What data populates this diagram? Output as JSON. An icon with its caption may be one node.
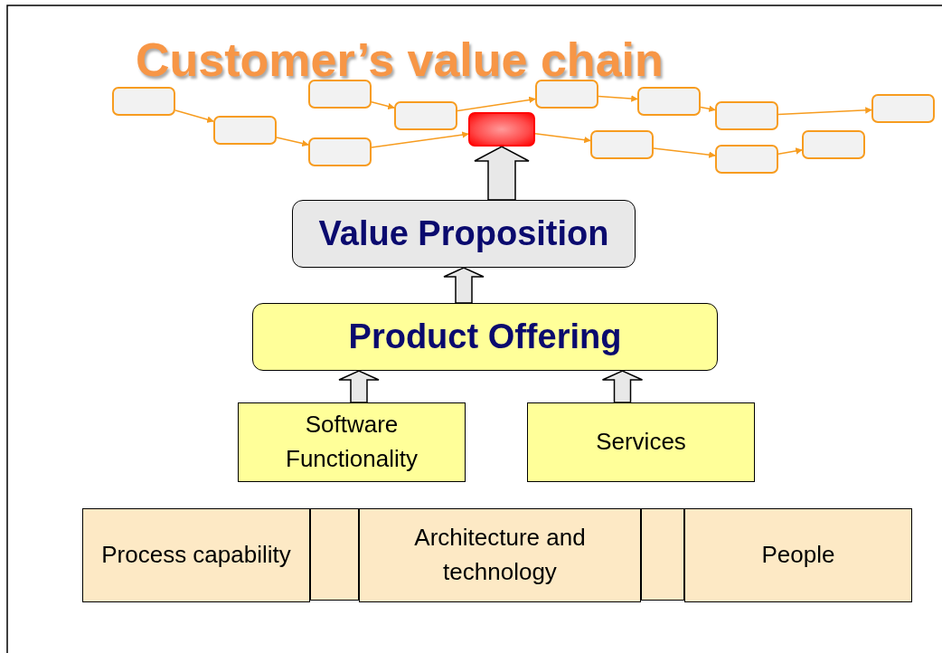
{
  "diagram": {
    "title": "Customer’s value chain",
    "nodes": [
      {
        "text": [],
        "shape": "box"
      },
      {
        "text": [],
        "shape": "box"
      },
      {
        "text": [],
        "shape": "box"
      },
      {
        "text": [],
        "shape": "box"
      },
      {
        "text": [],
        "shape": "box"
      },
      {
        "text": [],
        "shape": "box"
      },
      {
        "text": [],
        "shape": "box"
      },
      {
        "text": [],
        "shape": "box"
      },
      {
        "text": [],
        "shape": "box"
      },
      {
        "text": [],
        "shape": "box"
      },
      {
        "text": [],
        "shape": "box"
      },
      {
        "text": [],
        "shape": "box"
      },
      {
        "text": [],
        "shape": "box"
      },
      {
        "text": [
          "Value Proposition"
        ]
      },
      {
        "text": [
          "Product Offering"
        ]
      },
      {
        "text": [
          "Software Functionality"
        ]
      },
      {
        "text": [
          "Services"
        ]
      },
      {
        "text": [
          "Process capability"
        ]
      },
      {
        "text": [],
        "shape": "box"
      },
      {
        "text": [
          "Architecture and technology"
        ]
      },
      {
        "text": [],
        "shape": "box"
      },
      {
        "text": [
          "People"
        ]
      }
    ],
    "edges": [
      {
        "from": 0,
        "to": 1,
        "arrow": "to"
      },
      {
        "from": 1,
        "to": 3,
        "arrow": "to"
      },
      {
        "from": 3,
        "to": 5,
        "arrow": "to"
      },
      {
        "from": 2,
        "to": 4,
        "arrow": "to"
      },
      {
        "from": 4,
        "to": 6,
        "arrow": "to"
      },
      {
        "from": 6,
        "to": 8,
        "arrow": "to"
      },
      {
        "from": 8,
        "to": 9,
        "arrow": "to"
      },
      {
        "from": 9,
        "to": 12,
        "arrow": "to"
      },
      {
        "from": 5,
        "to": 7,
        "arrow": "to"
      },
      {
        "from": 7,
        "to": 10,
        "arrow": "to"
      },
      {
        "from": 10,
        "to": 11,
        "arrow": "to"
      },
      {
        "from": 13,
        "to": 5,
        "arrow": "to",
        "style": "thick",
        "color": "#e8e8e8"
      },
      {
        "from": 14,
        "to": 13,
        "arrow": "to",
        "style": "thick",
        "color": "#e8e8e8"
      },
      {
        "from": 15,
        "to": 14,
        "arrow": "to",
        "style": "thick",
        "color": "#e8e8e8"
      },
      {
        "from": 16,
        "to": 14,
        "arrow": "to",
        "style": "thick",
        "color": "#e8e8e8"
      }
    ]
  }
}
